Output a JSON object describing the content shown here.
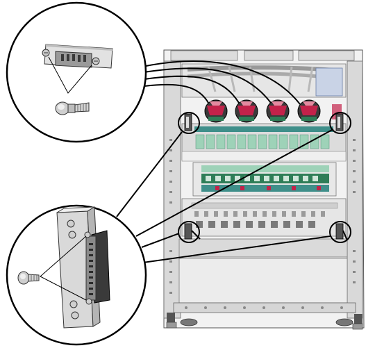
{
  "figure": {
    "colors": {
      "background": "#ffffff",
      "outline": "#000000",
      "cabinet_light": "#e4e4e4",
      "cabinet_mid": "#bdbdbd",
      "cabinet_dark": "#8c8c8c",
      "cable_red": "#c3224a",
      "cable_pink": "#e48aa0",
      "board_green": "#2e7d57",
      "board_teal": "#3f8f8a",
      "slot_mint": "#9ed2b8",
      "metal": "#cfcfcf",
      "connector_dark": "#3a3a3a"
    },
    "callouts": {
      "top": {
        "icon": "thumbscrew-connector-icon",
        "screw_count": 2,
        "targets": 4
      },
      "bottom": {
        "icon": "bracket-connector-icon",
        "screw_count": 4,
        "targets": 4
      }
    },
    "cabinet": {
      "icon": "server-cabinet-icon",
      "front_cable_connectors": 4,
      "side_rail_connectors": 4
    }
  }
}
